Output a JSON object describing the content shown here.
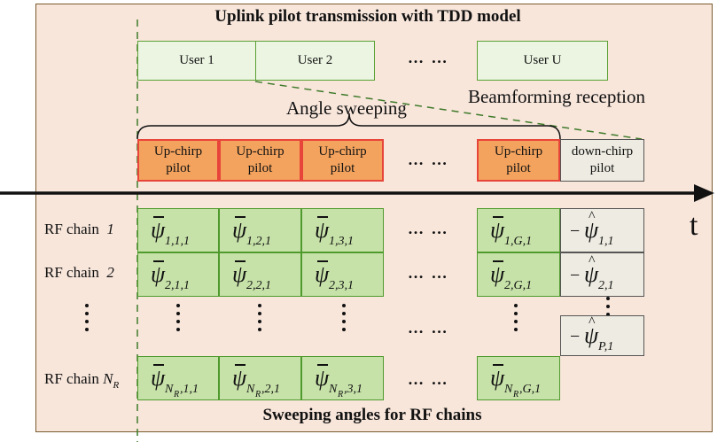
{
  "title": "Uplink pilot transmission with TDD model",
  "bottom_title": "Sweeping angles for RF chains",
  "users": [
    "User 1",
    "User 2",
    "User U"
  ],
  "ellipsis": "… …",
  "angle_sweeping": "Angle sweeping",
  "beamforming_reception": "Beamforming reception",
  "chirps": {
    "up_line1": "Up-chirp",
    "up_line2": "pilot",
    "down_line1": "down-chirp",
    "down_line2": "pilot"
  },
  "time_axis_label": "t",
  "rf_chains": {
    "prefix": "RF chain",
    "labels": [
      "1",
      "2"
    ],
    "last_label_main": "N",
    "last_label_sub": "R"
  },
  "symbols": {
    "psi": "ψ",
    "neg": "−",
    "row1": [
      "1,1,1",
      "1,2,1",
      "1,3,1",
      "1,G,1"
    ],
    "row2": [
      "2,1,1",
      "2,2,1",
      "2,3,1",
      "2,G,1"
    ],
    "rowN_rest": [
      ",1,1",
      ",2,1",
      ",3,1",
      ",G,1"
    ],
    "hat_row1": "1,1",
    "hat_row2": "2,1",
    "hat_rowP": "P,1"
  },
  "colors": {
    "panel_bg": "#f8e6db",
    "user_fill": "#ecf5e2",
    "chirp_fill": "#f3a35e",
    "chirp_border": "#e8453a",
    "cell_fill": "#c7e2a9",
    "cell_border": "#4f9a2d",
    "down_fill": "#eeece2"
  }
}
